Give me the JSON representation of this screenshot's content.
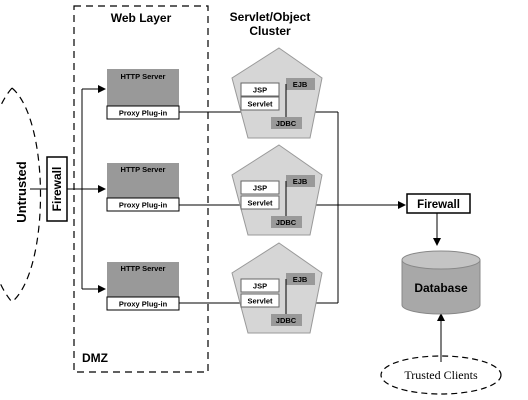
{
  "web_layer": {
    "title": "Web Layer",
    "dmz_label": "DMZ"
  },
  "cluster": {
    "title_line1": "Servlet/Object",
    "title_line2": "Cluster"
  },
  "untrusted_label": "Untrusted",
  "firewall_left_label": "Firewall",
  "firewall_right_label": "Firewall",
  "database_label": "Database",
  "trusted_clients_label": "Trusted Clients",
  "servers": [
    {
      "title": "HTTP Server",
      "plugin": "Proxy Plug-in"
    },
    {
      "title": "HTTP Server",
      "plugin": "Proxy Plug-in"
    },
    {
      "title": "HTTP Server",
      "plugin": "Proxy Plug-in"
    }
  ],
  "nodes": [
    {
      "ejb": "EJB",
      "jsp": "JSP",
      "servlet": "Servlet",
      "jdbc": "JDBC"
    },
    {
      "ejb": "EJB",
      "jsp": "JSP",
      "servlet": "Servlet",
      "jdbc": "JDBC"
    },
    {
      "ejb": "EJB",
      "jsp": "JSP",
      "servlet": "Servlet",
      "jdbc": "JDBC"
    }
  ],
  "colors": {
    "box_gray": "#999999",
    "pentagon_gray": "#d6d6d6",
    "database_gray": "#a8a8a8"
  }
}
